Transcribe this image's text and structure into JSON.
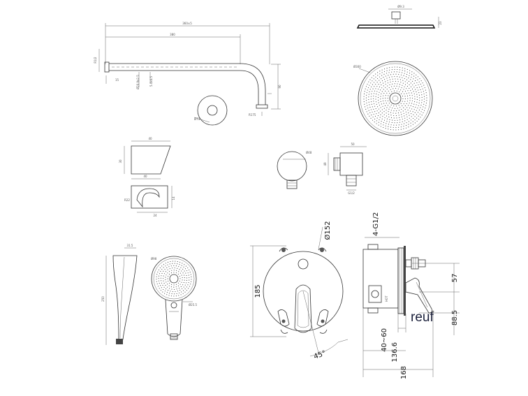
{
  "arm": {
    "overall_length": "360±5",
    "length": "380",
    "rise": "R1/2",
    "wall_depth": "15",
    "pipe_diameter": "Ø20.9x2.5",
    "flange_dim": "5.4x4.5",
    "drop": "90",
    "bend": "R175",
    "flange_diameter": "Ø73"
  },
  "head": {
    "width": "Ø9.3",
    "height": "23",
    "diameter": "Ø300"
  },
  "holder": {
    "width": "40",
    "height": "30",
    "base": "40",
    "radius": "R22",
    "depth": "24",
    "wall": "14"
  },
  "elbow": {
    "diameter": "Ø48",
    "height": "49",
    "width": "50",
    "thread": "G1/2"
  },
  "handshower": {
    "top_width": "31.5",
    "length": "250",
    "face_diameter": "Ø98",
    "side_note": "Ø25.5"
  },
  "mixer": {
    "plate_diameter": "Ø152",
    "height": "185",
    "angle": "45°",
    "thread": "4-G1/2",
    "depth_top": "57",
    "depth_handle": "88.5",
    "range": "40~60",
    "body_depth": "136.6",
    "total_depth": "168",
    "hot_label": "HOT"
  },
  "brand": {
    "logo_text": "reuf"
  }
}
